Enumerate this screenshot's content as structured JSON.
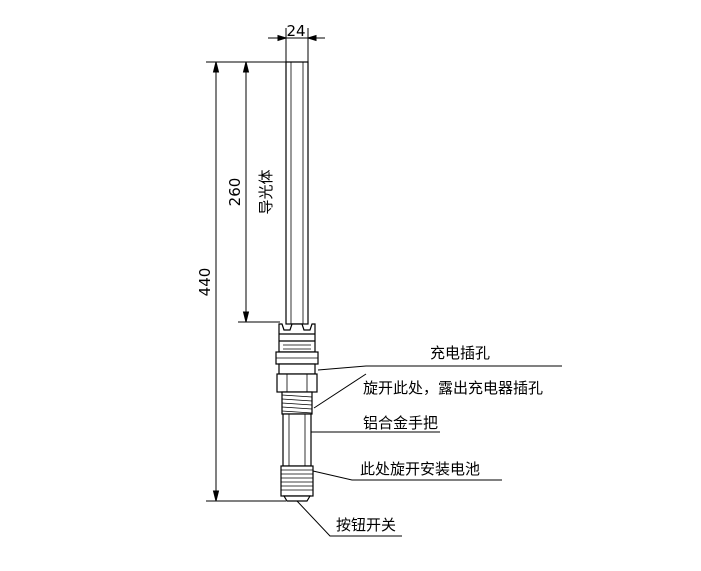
{
  "dimensions": {
    "width_top": "24",
    "light_guide_length": "260",
    "total_length": "440"
  },
  "labels": {
    "light_guide": "导光体",
    "charging_port": "充电插孔",
    "unscrew_note": "旋开此处，露出充电器插孔",
    "handle": "铝合金手把",
    "battery_note": "此处旋开安装电池",
    "button_switch": "按钮开关"
  },
  "colors": {
    "line": "#000000",
    "background": "#ffffff"
  }
}
